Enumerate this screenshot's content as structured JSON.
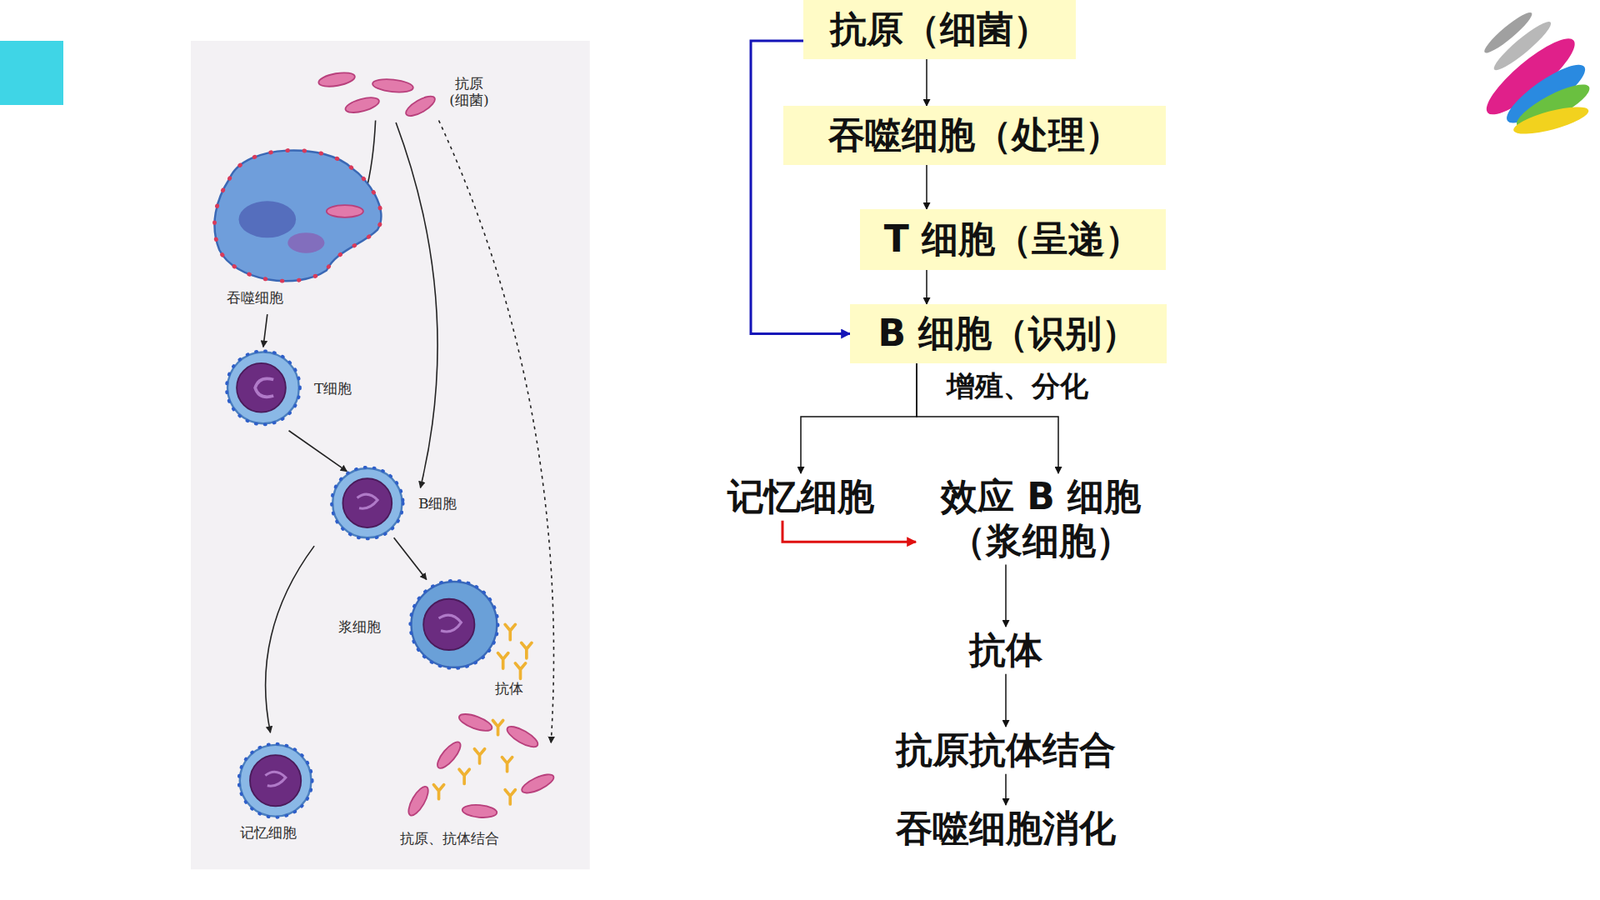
{
  "diagram": {
    "nodes": [
      {
        "text": [
          "抗原（细菌）"
        ]
      },
      {
        "text": [
          "吞噬细胞（处理）"
        ]
      },
      {
        "text": [
          "T 细胞（呈递）"
        ]
      },
      {
        "text": [
          "B 细胞（识别）"
        ]
      },
      {
        "text": [
          "记忆细胞"
        ]
      },
      {
        "text": [
          "效应 B 细胞 （浆细胞）"
        ]
      },
      {
        "text": [
          "抗体"
        ]
      },
      {
        "text": [
          "抗原抗体结合"
        ]
      },
      {
        "text": [
          "吞噬细胞消化"
        ]
      }
    ],
    "edges": [
      {
        "from": 0,
        "to": 1,
        "arrow": "to"
      },
      {
        "from": 1,
        "to": 2,
        "arrow": "to"
      },
      {
        "from": 2,
        "to": 3,
        "arrow": "to"
      },
      {
        "from": 0,
        "to": 3,
        "arrow": "to"
      },
      {
        "from": 3,
        "to": 4,
        "arrow": "to"
      },
      {
        "from": 3,
        "to": 5,
        "arrow": "to"
      },
      {
        "from": 4,
        "to": 5,
        "arrow": "to"
      },
      {
        "from": 5,
        "to": 6,
        "arrow": "to"
      },
      {
        "from": 6,
        "to": 7,
        "arrow": "to"
      },
      {
        "from": 7,
        "to": 8,
        "arrow": "to"
      }
    ],
    "labels": [
      "抗原 (细菌)",
      "吞噬细胞",
      "T细胞",
      "B细胞",
      "浆细胞",
      "抗体",
      "记忆细胞",
      "抗原、抗体结合",
      "增殖、分化"
    ]
  }
}
